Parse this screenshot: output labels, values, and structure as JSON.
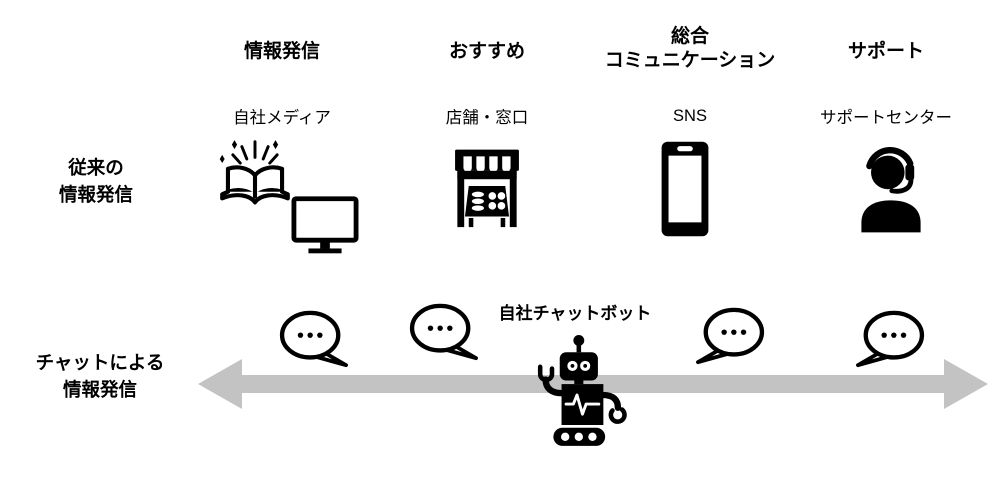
{
  "palette": {
    "ink": "#000000",
    "arrow_gray": "#c3c3c3",
    "background": "#ffffff"
  },
  "row_labels": {
    "traditional": "従来の\n情報発信",
    "chat": "チャットによる\n情報発信"
  },
  "columns": [
    {
      "header": "情報発信",
      "channel": "自社メディア",
      "icon": "open-book-and-tv-icon"
    },
    {
      "header": "おすすめ",
      "channel": "店舗・窓口",
      "icon": "storefront-icon"
    },
    {
      "header": "総合\nコミュニケーション",
      "channel": "SNS",
      "icon": "smartphone-icon"
    },
    {
      "header": "サポート",
      "channel": "サポートセンター",
      "icon": "headset-agent-icon"
    }
  ],
  "chat_row": {
    "bot_label": "自社チャットボット",
    "bubble_count": 4,
    "arrow_style": "double-headed"
  }
}
